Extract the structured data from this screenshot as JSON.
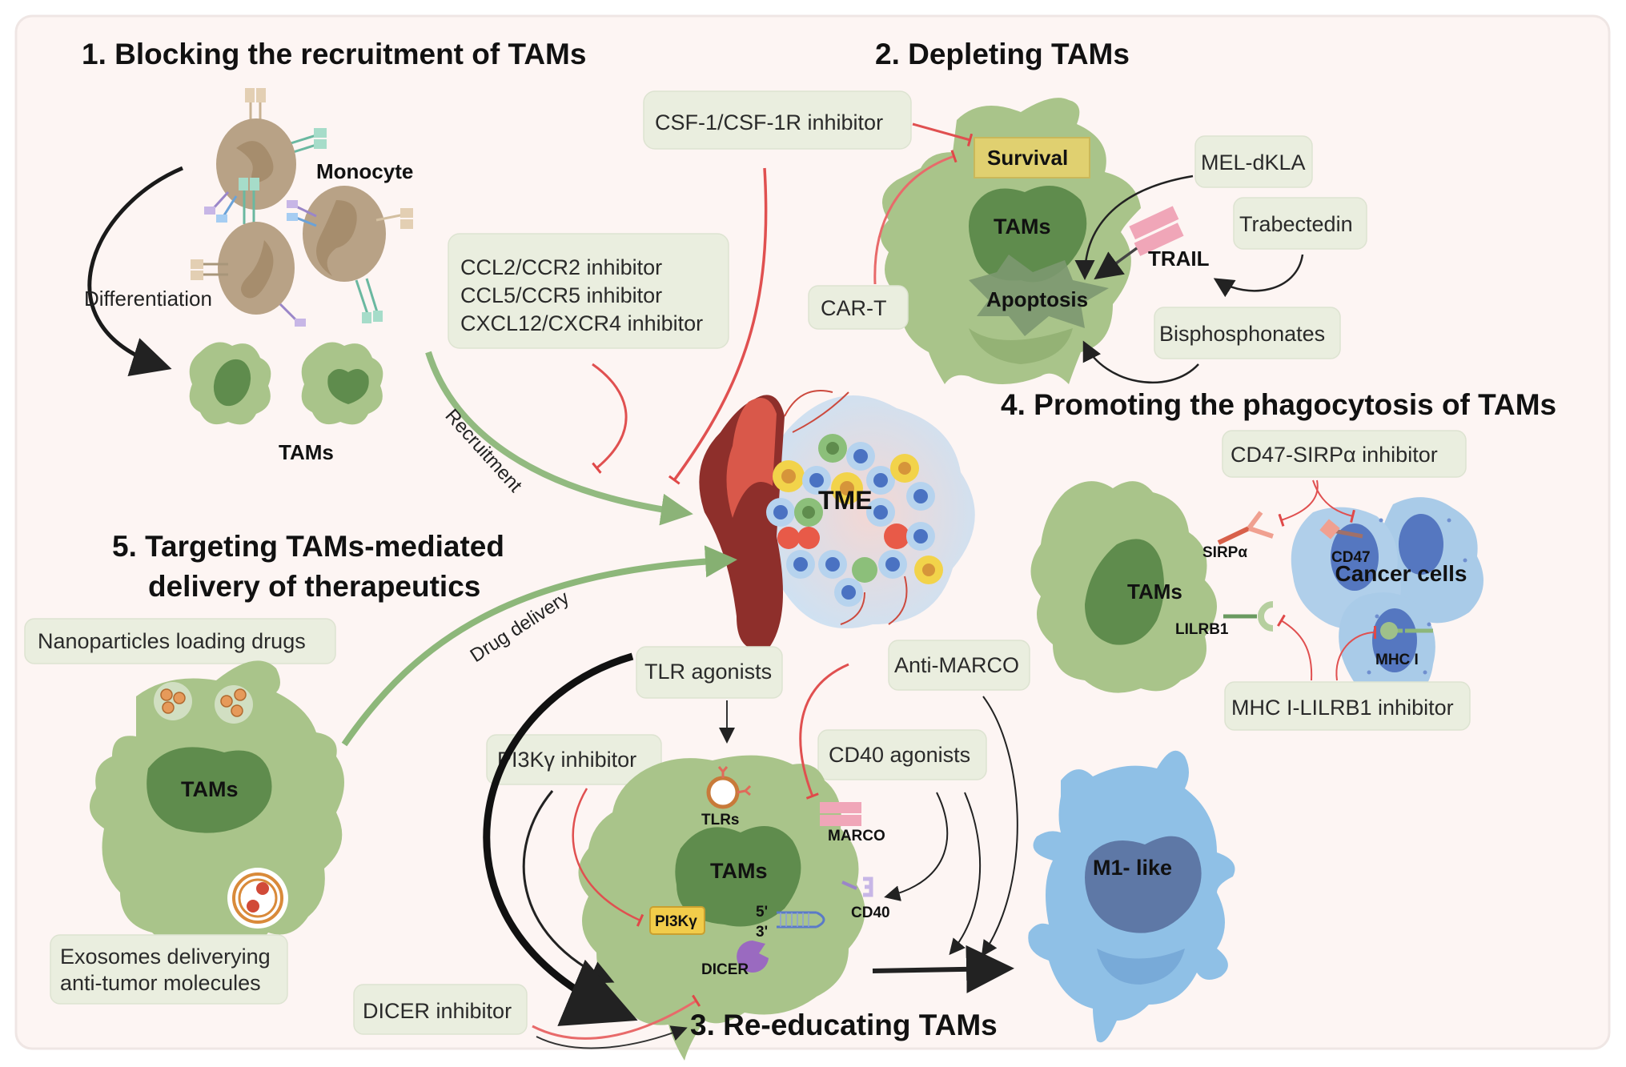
{
  "sections": {
    "s1": {
      "title": "1. Blocking the recruitment of TAMs"
    },
    "s2": {
      "title": "2. Depleting TAMs"
    },
    "s3": {
      "title": "3. Re-educating TAMs"
    },
    "s4": {
      "title": "4. Promoting the phagocytosis of TAMs"
    },
    "s5": {
      "title_line1": "5. Targeting TAMs-mediated",
      "title_line2": "delivery of therapeutics"
    }
  },
  "labels": {
    "monocyte": "Monocyte",
    "differentiation": "Differentiation",
    "tams": "TAMs",
    "recruitment": "Recruitment",
    "drug_delivery": "Drug delivery",
    "tme": "TME",
    "survival": "Survival",
    "apoptosis": "Apoptosis",
    "trail": "TRAIL",
    "sirpa": "SIRPα",
    "cd47": "CD47",
    "lilrb1": "LILRB1",
    "mhc1": "MHC I",
    "cancer_cells": "Cancer cells",
    "tlrs": "TLRs",
    "marco": "MARCO",
    "cd40": "CD40",
    "pi3k": "PI3Kγ",
    "dicer": "DICER",
    "five_prime": "5'",
    "three_prime": "3'",
    "m1_like": "M1- like"
  },
  "boxes": {
    "csf1": "CSF-1/CSF-1R inhibitor",
    "chemokine": [
      "CCL2/CCR2 inhibitor",
      "CCL5/CCR5 inhibitor",
      "CXCL12/CXCR4 inhibitor"
    ],
    "car_t": "CAR-T",
    "mel_dkla": "MEL-dKLA",
    "trabectedin": "Trabectedin",
    "bisphosphonates": "Bisphosphonates",
    "cd47_sirpa_inhibitor": "CD47-SIRPα inhibitor",
    "mhc1_lilrb1_inhibitor": "MHC I-LILRB1 inhibitor",
    "nanoparticles": "Nanoparticles loading drugs",
    "exosomes": [
      "Exosomes deliverying",
      "anti-tumor molecules"
    ],
    "tlr_agonists": "TLR agonists",
    "anti_marco": "Anti-MARCO",
    "pi3k_inhibitor": "PI3Kγ inhibitor",
    "cd40_agonists": "CD40 agonists",
    "dicer_inhibitor": "DICER inhibitor"
  },
  "colors": {
    "panel_bg": "#fdf5f3",
    "tam_green": "#a9c48a",
    "tam_nucleus": "#5f8c4d",
    "monocyte": "#b8a286",
    "m1_blue": "#8fc0e6",
    "cancer_blue": "#a9cbe8",
    "inhibit_red": "#e05050",
    "recruit_green": "#8db77a"
  }
}
